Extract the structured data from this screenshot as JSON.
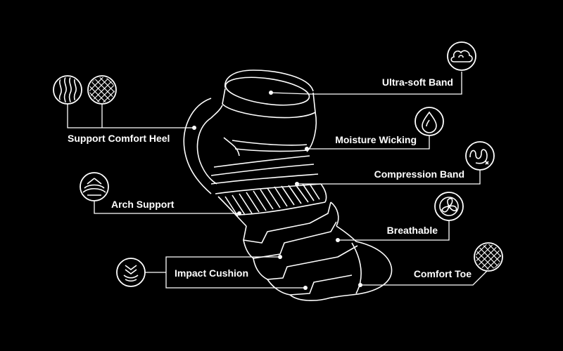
{
  "background_color": "#000000",
  "line_color": "#ffffff",
  "labels": {
    "ultra_soft_band": "Ultra-soft Band",
    "support_comfort_heel": "Support Comfort Heel",
    "moisture_wicking": "Moisture Wicking",
    "compression_band": "Compression Band",
    "arch_support": "Arch Support",
    "breathable": "Breathable",
    "impact_cushion": "Impact Cushion",
    "comfort_toe": "Comfort Toe"
  },
  "icons": {
    "ultra_soft_band": "cloud-icon",
    "heel_a": "wave-lines-icon",
    "heel_b": "mesh-icon",
    "moisture_wicking": "droplet-icon",
    "compression_band": "spiral-icon",
    "arch_support": "arch-icon",
    "breathable": "fan-icon",
    "impact_cushion": "cushion-waves-icon",
    "comfort_toe": "mesh-icon"
  }
}
